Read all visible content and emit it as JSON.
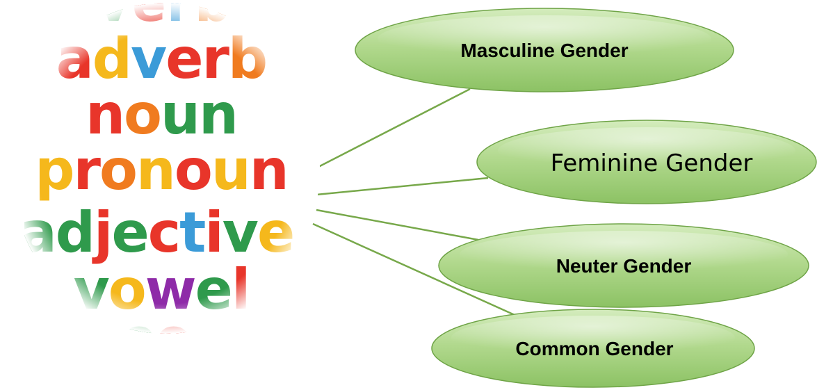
{
  "diagram": {
    "center_image": {
      "words": [
        {
          "text": "adverb",
          "letter_colors": [
            "#e8352a",
            "#f5b81c",
            "#3b9bd8",
            "#e8352a",
            "#e8352a",
            "#f07b1f"
          ]
        },
        {
          "text": "noun",
          "letter_colors": [
            "#e8352a",
            "#f07b1f",
            "#2f9a4c",
            "#2f9a4c"
          ]
        },
        {
          "text": "pronoun",
          "letter_colors": [
            "#f5b81c",
            "#e8352a",
            "#f07b1f",
            "#f5b81c",
            "#e8352a",
            "#f5b81c",
            "#e8352a"
          ]
        },
        {
          "text": "adjective",
          "letter_colors": [
            "#2f9a4c",
            "#2f9a4c",
            "#e8352a",
            "#2f9a4c",
            "#e8352a",
            "#3b9bd8",
            "#e8352a",
            "#2f9a4c",
            "#f5b81c"
          ]
        },
        {
          "text": "vowel",
          "letter_colors": [
            "#2f9a4c",
            "#f5b81c",
            "#8e2ba8",
            "#2f9a4c",
            "#e8352a"
          ]
        }
      ]
    },
    "nodes": [
      {
        "label": "Masculine Gender",
        "style": "bold"
      },
      {
        "label": "Feminine Gender",
        "style": "regular"
      },
      {
        "label": "Neuter Gender",
        "style": "bold"
      },
      {
        "label": "Common Gender",
        "style": "bold"
      }
    ],
    "colors": {
      "connector": "#77a84a",
      "node_fill_top": "#bfe2a0",
      "node_fill_bottom": "#8fc46a",
      "node_border": "#6fa447"
    }
  }
}
